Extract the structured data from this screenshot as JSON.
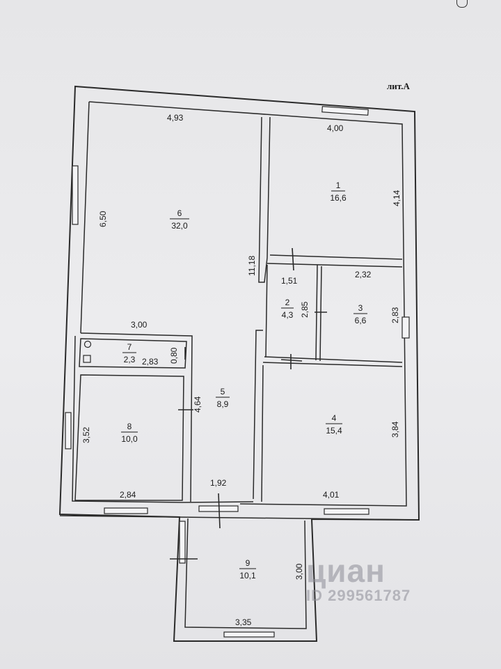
{
  "title": "лит.А",
  "rooms": [
    {
      "num": "1",
      "area": "16,6"
    },
    {
      "num": "2",
      "area": "4,3"
    },
    {
      "num": "3",
      "area": "6,6"
    },
    {
      "num": "4",
      "area": "15,4"
    },
    {
      "num": "5",
      "area": "8,9"
    },
    {
      "num": "6",
      "area": "32,0"
    },
    {
      "num": "7",
      "area": "2,3"
    },
    {
      "num": "8",
      "area": "10,0"
    },
    {
      "num": "9",
      "area": "10,1"
    }
  ],
  "dims": {
    "r6_top": "4,93",
    "r6_side": "6,50",
    "r6_mid": "11,18",
    "r6_bottom": "3,00",
    "r1_top": "4,00",
    "r1_side": "4,14",
    "r2_bottom": "1,51",
    "r2_side": "2,85",
    "r3_top": "2,32",
    "r3_side": "2,83",
    "r7_len": "2,83",
    "r7_width": "0,80",
    "r5_side": "4,64",
    "r5_bottom": "1,92",
    "r8_side": "3,52",
    "r8_bottom": "2,84",
    "r4_side": "3,84",
    "r4_bottom": "4,01",
    "r9_side": "3,00",
    "r9_bottom": "3,35"
  },
  "watermark": {
    "brand": "циан",
    "id": "ID 299561787"
  },
  "colors": {
    "paper": "#ececee",
    "ink": "#1a1a1a"
  }
}
